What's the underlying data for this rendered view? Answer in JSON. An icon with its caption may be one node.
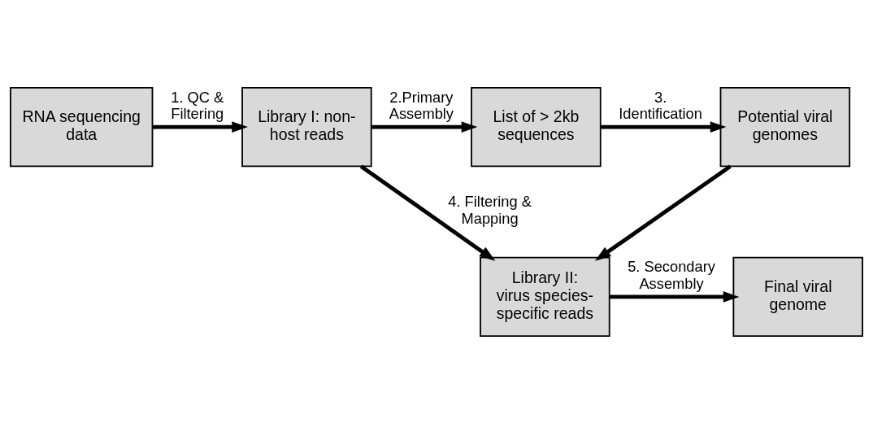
{
  "diagram": {
    "nodes": [
      {
        "text": [
          "RNA sequencing data"
        ]
      },
      {
        "text": [
          "Library I: non-host reads"
        ]
      },
      {
        "text": [
          "List of > 2kb sequences"
        ]
      },
      {
        "text": [
          "Potential viral genomes"
        ]
      },
      {
        "text": [
          "Library II: virus species-specific reads"
        ]
      },
      {
        "text": [
          "Final viral genome"
        ]
      }
    ],
    "edges": [
      {
        "from": 0,
        "to": 1,
        "arrow": "to",
        "label": "1. QC & Filtering"
      },
      {
        "from": 1,
        "to": 2,
        "arrow": "to",
        "label": "2.Primary Assembly"
      },
      {
        "from": 2,
        "to": 3,
        "arrow": "to",
        "label": "3. Identification"
      },
      {
        "from": 1,
        "to": 4,
        "arrow": "to",
        "label": "4. Filtering & Mapping"
      },
      {
        "from": 3,
        "to": 4,
        "arrow": "to"
      },
      {
        "from": 4,
        "to": 5,
        "arrow": "to",
        "label": "5. Secondary Assembly"
      }
    ]
  }
}
